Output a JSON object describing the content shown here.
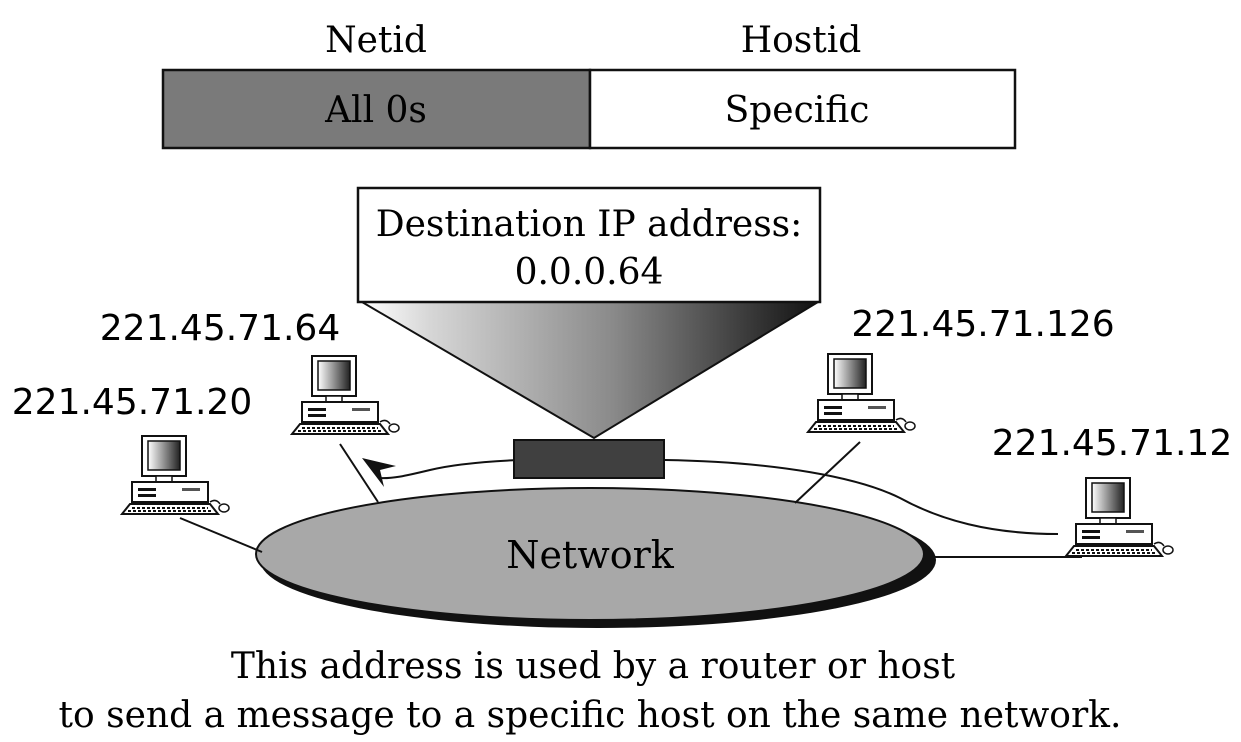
{
  "address_format": {
    "netid_label": "Netid",
    "hostid_label": "Hostid",
    "netid_value": "All 0s",
    "hostid_value": "Specific",
    "netid_fill": "#7a7a7a",
    "hostid_fill": "#ffffff"
  },
  "packet_callout": {
    "line1": "Destination IP address:",
    "line2": "0.0.0.64"
  },
  "network": {
    "label": "Network",
    "fill": "#a8a8a8"
  },
  "hosts": [
    {
      "ip": "221.45.71.64",
      "icon": "computer-icon"
    },
    {
      "ip": "221.45.71.20",
      "icon": "computer-icon"
    },
    {
      "ip": "221.45.71.126",
      "icon": "computer-icon"
    },
    {
      "ip": "221.45.71.12",
      "icon": "computer-icon"
    }
  ],
  "caption": {
    "line1": "This address is used by a router or host",
    "line2": "to send a message to a specific host on the same network."
  }
}
